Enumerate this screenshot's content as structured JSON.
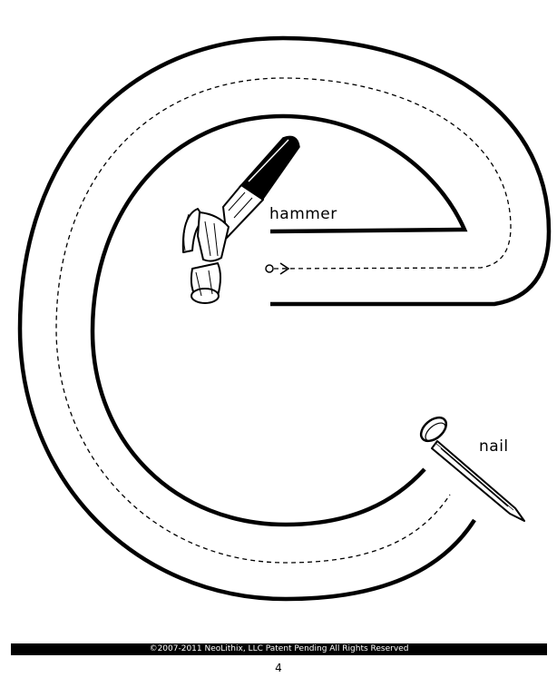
{
  "worksheet": {
    "letter": "e",
    "labels": {
      "hammer": "hammer",
      "nail": "nail"
    },
    "icons": {
      "hammer": "hammer-icon",
      "nail": "nail-icon",
      "start_marker": "start-circle-arrow-icon"
    }
  },
  "footer": {
    "copyright": "©2007-2011  NeoLithix, LLC  Patent Pending  All Rights Reserved",
    "page_number": "4"
  }
}
